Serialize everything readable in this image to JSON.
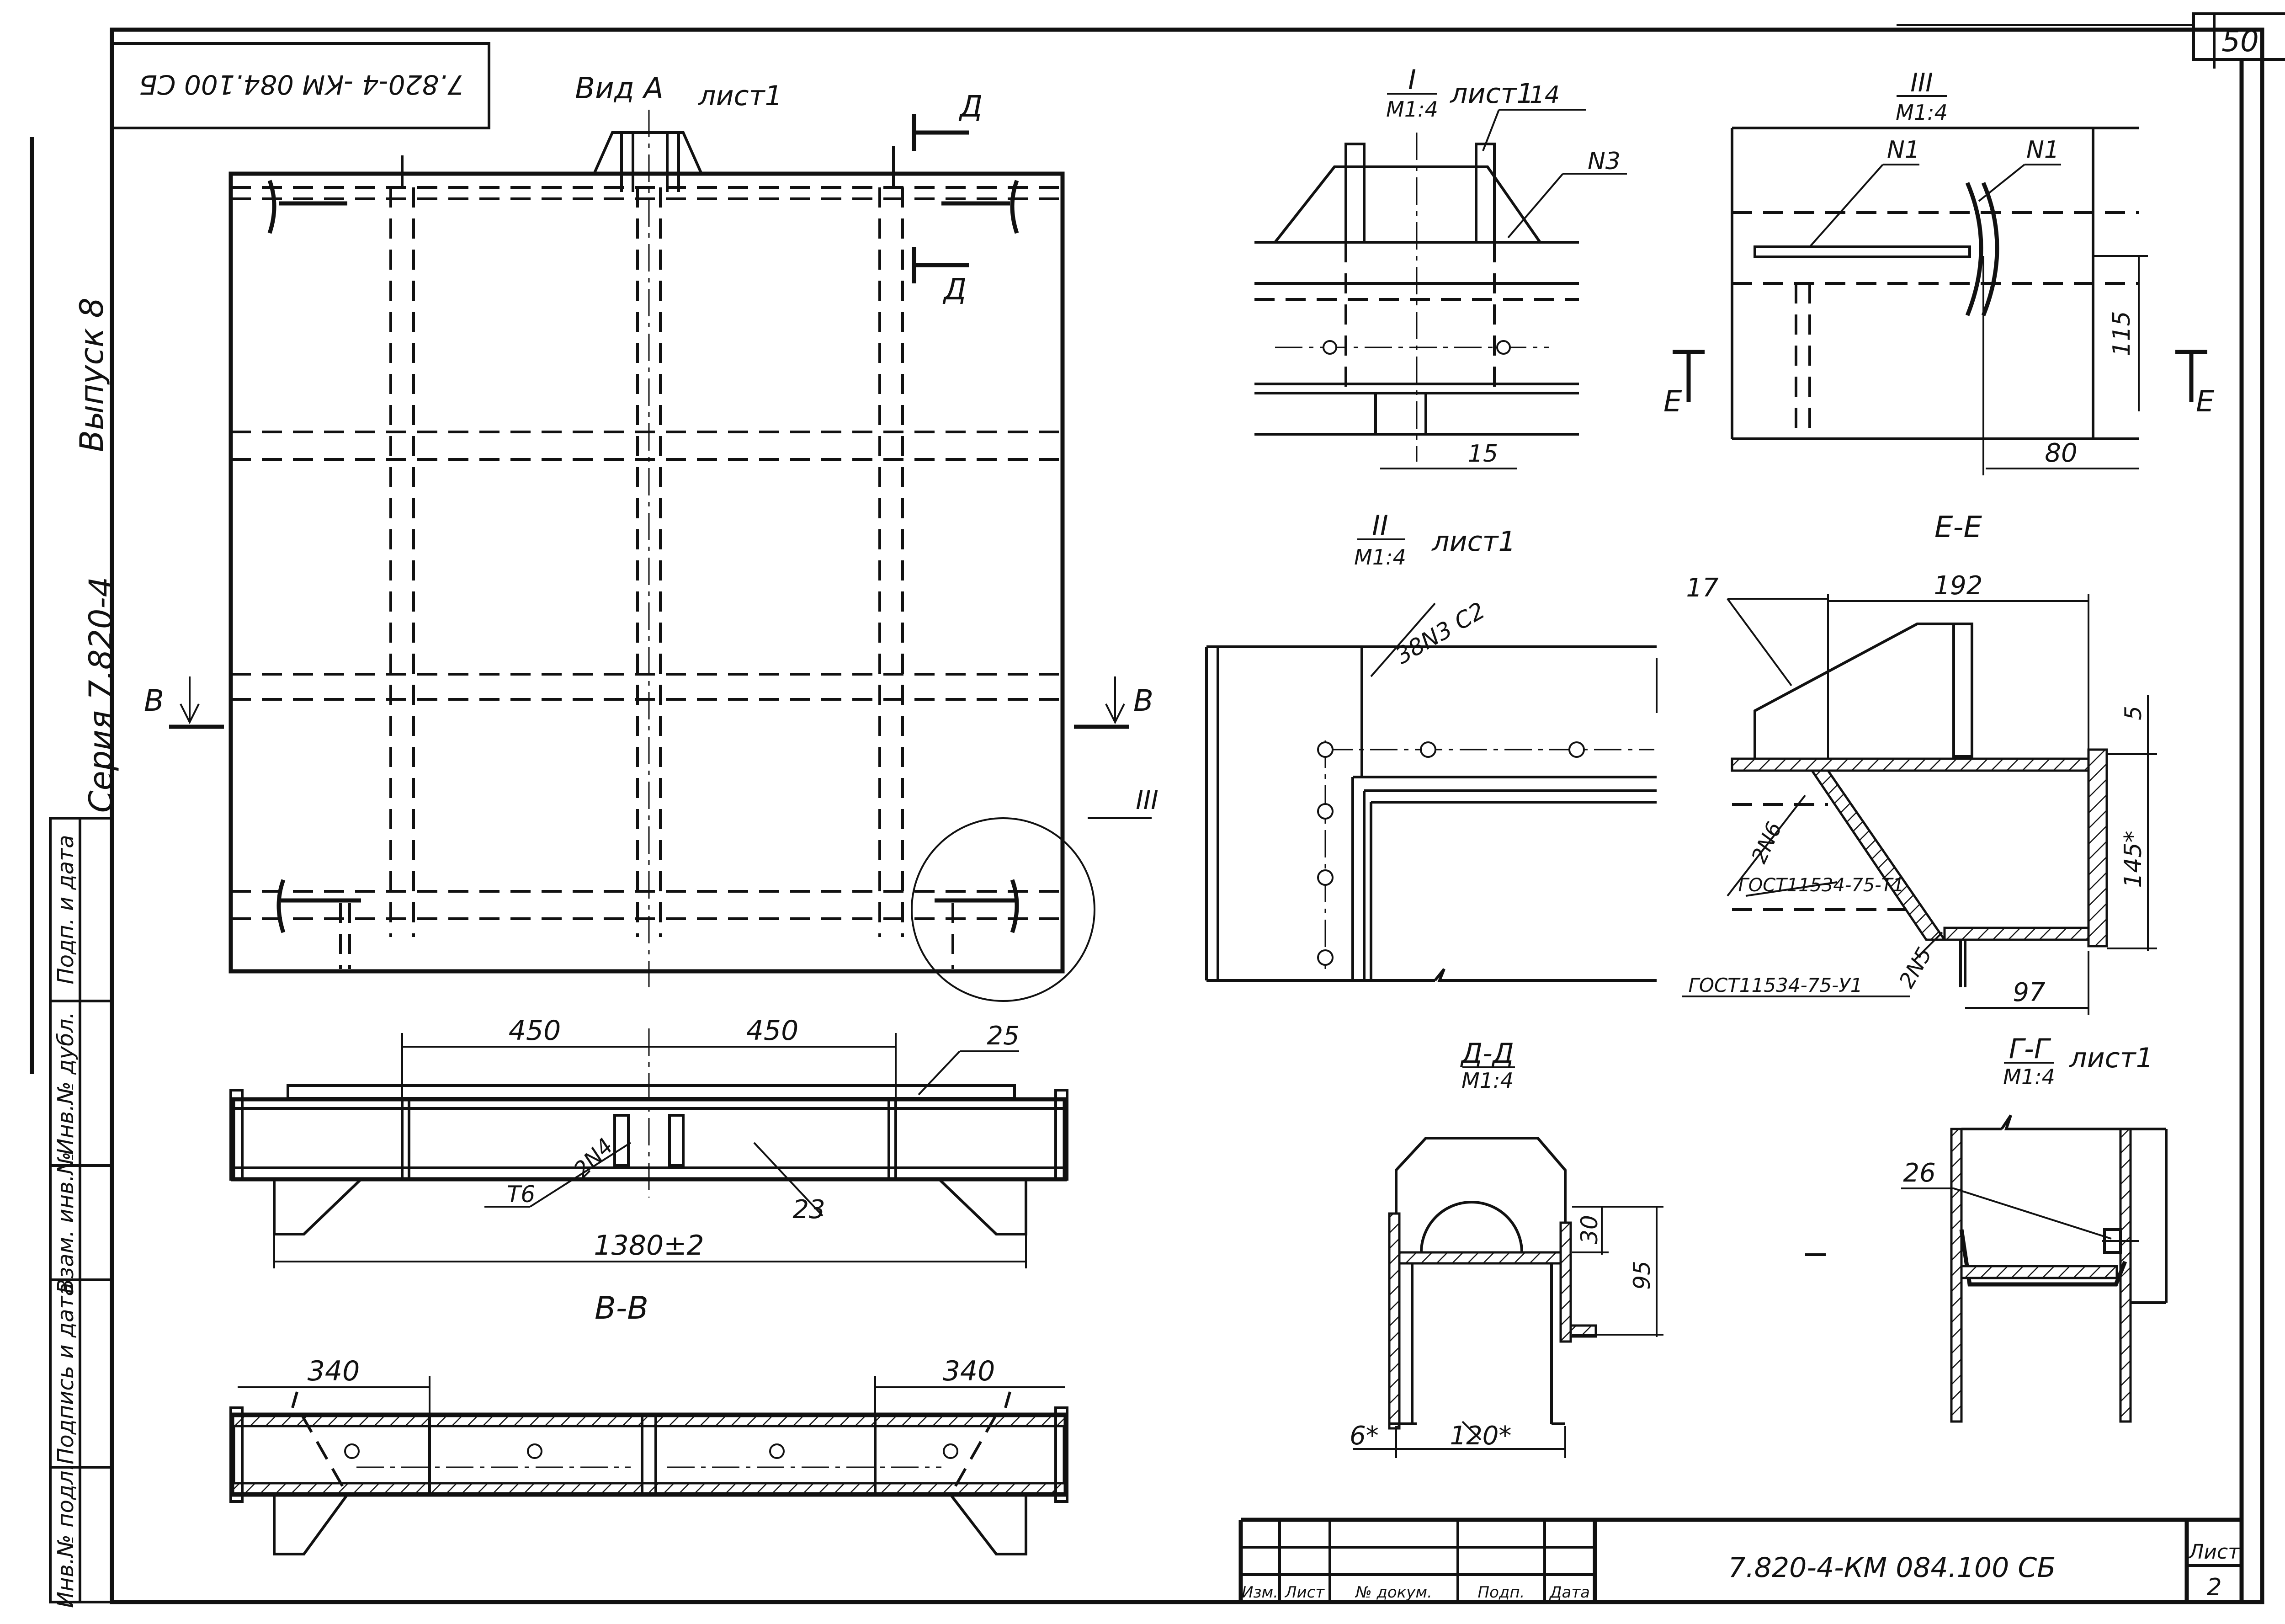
{
  "sheet": {
    "page_number": "50",
    "title_block_code": "7.820-4-КМ 084.100 СБ",
    "top_stamp": "7.820-4 -КМ 084.100 СБ",
    "series": "Серия 7.820-4",
    "issue": "Выпуск 8",
    "sheet_label": "Лист",
    "sheet_number": "2",
    "title_headers": [
      "Изм.",
      "Лист",
      "№ докум.",
      "Подп.",
      "Дата"
    ],
    "side_stamp": [
      "Инв.№ подл.",
      "Подпись и дата",
      "Взам. инв.№",
      "Инв.№ дубл.",
      "Подп. и дата"
    ]
  },
  "views": {
    "vid_a": {
      "title": "Вид А",
      "ref": "лист1",
      "cut_d": "Д",
      "cut_v": "В",
      "detail_callout": "III"
    },
    "elevation": {
      "dim_450_left": "450",
      "dim_450_right": "450",
      "overall": "1380±2",
      "pos_25": "25",
      "pos_23": "23",
      "weld_2n4": "2N4",
      "weld_t6": "T6"
    },
    "section_vv": {
      "title": "В-В",
      "dim_left": "340",
      "dim_right": "340"
    },
    "detail_1": {
      "numeral": "I",
      "scale": "М1:4",
      "ref": "лист1",
      "pos_14": "14",
      "weld_n3": "N3",
      "dim_15": "15"
    },
    "detail_3": {
      "numeral": "III",
      "scale": "М1:4",
      "weld_n1_a": "N1",
      "weld_n1_b": "N1",
      "dim_115": "115",
      "dim_80": "80",
      "cut_e": "Е"
    },
    "detail_2": {
      "numeral": "II",
      "scale": "М1:4",
      "ref": "лист1",
      "weld": "38N3 С2"
    },
    "section_ee": {
      "title": "Е-Е",
      "pos_17": "17",
      "dim_192": "192",
      "dim_5": "5",
      "dim_145": "145*",
      "dim_97": "97",
      "weld_2n6": "2N6",
      "gost_t1": "ГОСТ11534-75-Т1",
      "gost_u1": "ГОСТ11534-75-У1",
      "weld_2n5": "2N5"
    },
    "section_dd": {
      "title": "Д-Д",
      "scale": "М1:4",
      "dim_30": "30",
      "dim_95": "95",
      "dim_6": "6*",
      "dim_120": "120*"
    },
    "section_gg": {
      "title": "Г-Г",
      "scale": "М1:4",
      "ref": "лист1",
      "pos_26": "26"
    }
  }
}
